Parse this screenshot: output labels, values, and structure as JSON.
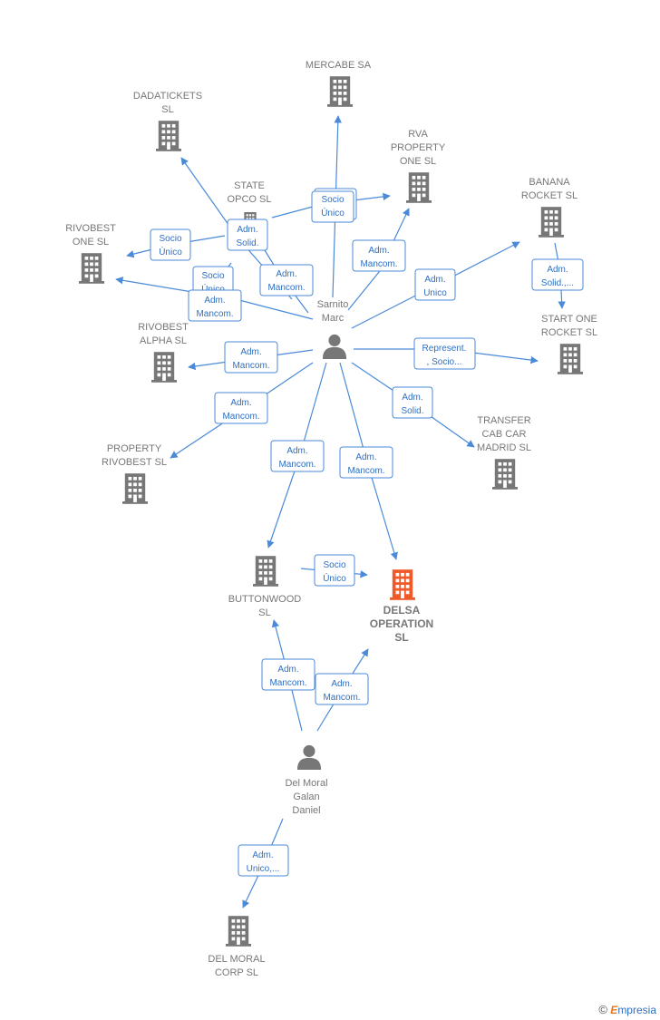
{
  "colors": {
    "edge": "#4a8ad8",
    "building": "#777777",
    "highlight": "#f05a28",
    "person": "#777777"
  },
  "nodes": [
    {
      "id": "mercabe",
      "kind": "company",
      "lines": [
        "MERCABE SA"
      ]
    },
    {
      "id": "dadatickets",
      "kind": "company",
      "lines": [
        "DADATICKETS",
        "SL"
      ]
    },
    {
      "id": "rva",
      "kind": "company",
      "lines": [
        "RVA",
        "PROPERTY",
        "ONE  SL"
      ]
    },
    {
      "id": "state",
      "kind": "company",
      "lines": [
        "STATE",
        "OPCO  SL"
      ]
    },
    {
      "id": "banana",
      "kind": "company",
      "lines": [
        "BANANA",
        "ROCKET  SL"
      ]
    },
    {
      "id": "rivobest_one",
      "kind": "company",
      "lines": [
        "RIVOBEST",
        "ONE  SL"
      ]
    },
    {
      "id": "start_one",
      "kind": "company",
      "lines": [
        "START ONE",
        "ROCKET  SL"
      ]
    },
    {
      "id": "rivobest_alpha",
      "kind": "company",
      "lines": [
        "RIVOBEST",
        "ALPHA  SL"
      ]
    },
    {
      "id": "transfer",
      "kind": "company",
      "lines": [
        "TRANSFER",
        "CAB CAR",
        "MADRID  SL"
      ]
    },
    {
      "id": "property_rivobest",
      "kind": "company",
      "lines": [
        "PROPERTY",
        "RIVOBEST  SL"
      ]
    },
    {
      "id": "buttonwood",
      "kind": "company",
      "lines": [
        "BUTTONWOOD",
        "SL"
      ]
    },
    {
      "id": "delsa",
      "kind": "company",
      "main": true,
      "lines": [
        "DELSA",
        "OPERATION",
        "SL"
      ]
    },
    {
      "id": "del_moral_corp",
      "kind": "company",
      "lines": [
        "DEL MORAL",
        "CORP  SL"
      ]
    },
    {
      "id": "sarnito",
      "kind": "person",
      "lines": [
        "Sarnito",
        "Marc"
      ]
    },
    {
      "id": "del_moral_galan",
      "kind": "person",
      "lines": [
        "Del Moral",
        "Galan",
        "Daniel"
      ]
    }
  ],
  "relations": [
    {
      "id": "r1",
      "lines": [
        "Socio",
        "Único"
      ]
    },
    {
      "id": "r2",
      "lines": [
        "Adm.",
        "Solid."
      ]
    },
    {
      "id": "r3",
      "lines": [
        "Socio",
        "Único"
      ]
    },
    {
      "id": "r4",
      "lines": [
        "Socio",
        "Único"
      ]
    },
    {
      "id": "r5",
      "lines": [
        "Adm.",
        "Mancom."
      ]
    },
    {
      "id": "r6",
      "lines": [
        "Adm.",
        "Mancom."
      ]
    },
    {
      "id": "r7",
      "lines": [
        "Adm.",
        "Mancom."
      ]
    },
    {
      "id": "r8",
      "lines": [
        "Adm.",
        "Unico"
      ]
    },
    {
      "id": "r9",
      "lines": [
        "Adm.",
        "Solid.,..."
      ]
    },
    {
      "id": "r10",
      "lines": [
        "Represent.",
        ", Socio..."
      ]
    },
    {
      "id": "r11",
      "lines": [
        "Adm.",
        "Mancom."
      ]
    },
    {
      "id": "r12",
      "lines": [
        "Adm.",
        "Mancom."
      ]
    },
    {
      "id": "r13",
      "lines": [
        "Adm.",
        "Solid."
      ]
    },
    {
      "id": "r14",
      "lines": [
        "Adm.",
        "Mancom."
      ]
    },
    {
      "id": "r15",
      "lines": [
        "Adm.",
        "Mancom."
      ]
    },
    {
      "id": "r16",
      "lines": [
        "Socio",
        "Único"
      ]
    },
    {
      "id": "r17",
      "lines": [
        "Adm.",
        "Mancom."
      ]
    },
    {
      "id": "r18",
      "lines": [
        "Adm.",
        "Mancom."
      ]
    },
    {
      "id": "r19",
      "lines": [
        "Adm.",
        "Unico,..."
      ]
    }
  ],
  "footer": {
    "copyright": "©",
    "brand_first": "E",
    "brand_rest": "mpresia"
  }
}
